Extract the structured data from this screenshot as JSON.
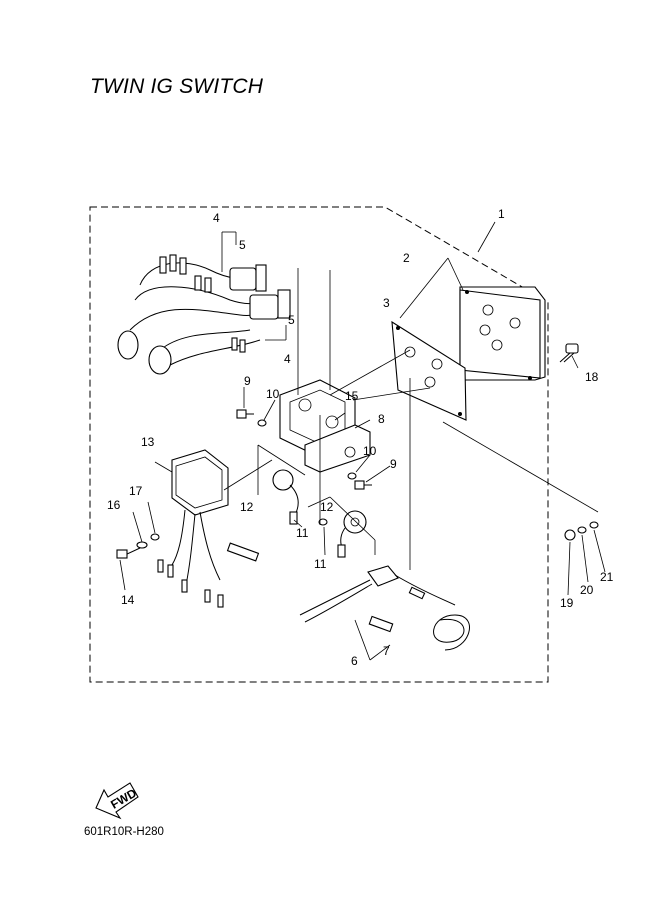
{
  "title": "TWIN IG SWITCH",
  "diagram_code": "601R10R-H280",
  "fwd_label": "FWD",
  "callouts": {
    "c1": "1",
    "c2": "2",
    "c3": "3",
    "c4a": "4",
    "c4b": "4",
    "c5a": "5",
    "c5b": "5",
    "c6": "6",
    "c7": "7",
    "c8": "8",
    "c9a": "9",
    "c9b": "9",
    "c10a": "10",
    "c10b": "10",
    "c11a": "11",
    "c11b": "11",
    "c12a": "12",
    "c12b": "12",
    "c13": "13",
    "c14": "14",
    "c15": "15",
    "c16": "16",
    "c17": "17",
    "c18": "18",
    "c19": "19",
    "c20": "20",
    "c21": "21"
  }
}
